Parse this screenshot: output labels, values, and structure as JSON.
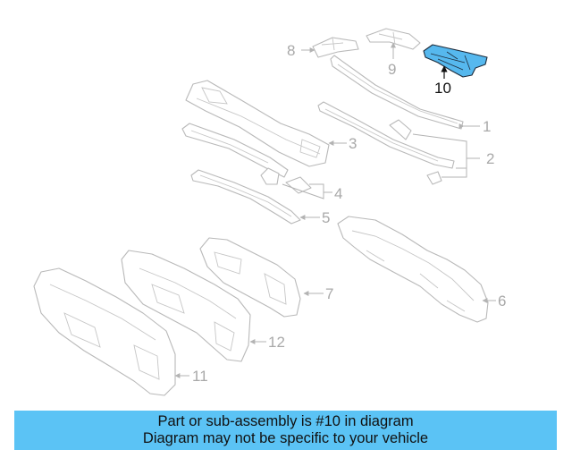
{
  "diagram": {
    "highlight_color": "#56b8ee",
    "highlighted_part": "10",
    "callouts": [
      "1",
      "2",
      "3",
      "4",
      "5",
      "6",
      "7",
      "8",
      "9",
      "10",
      "11",
      "12"
    ]
  },
  "banner": {
    "line1": "Part or sub-assembly is #10 in diagram",
    "line2": "Diagram may not be specific to your vehicle",
    "color": "#5bc3f5"
  }
}
